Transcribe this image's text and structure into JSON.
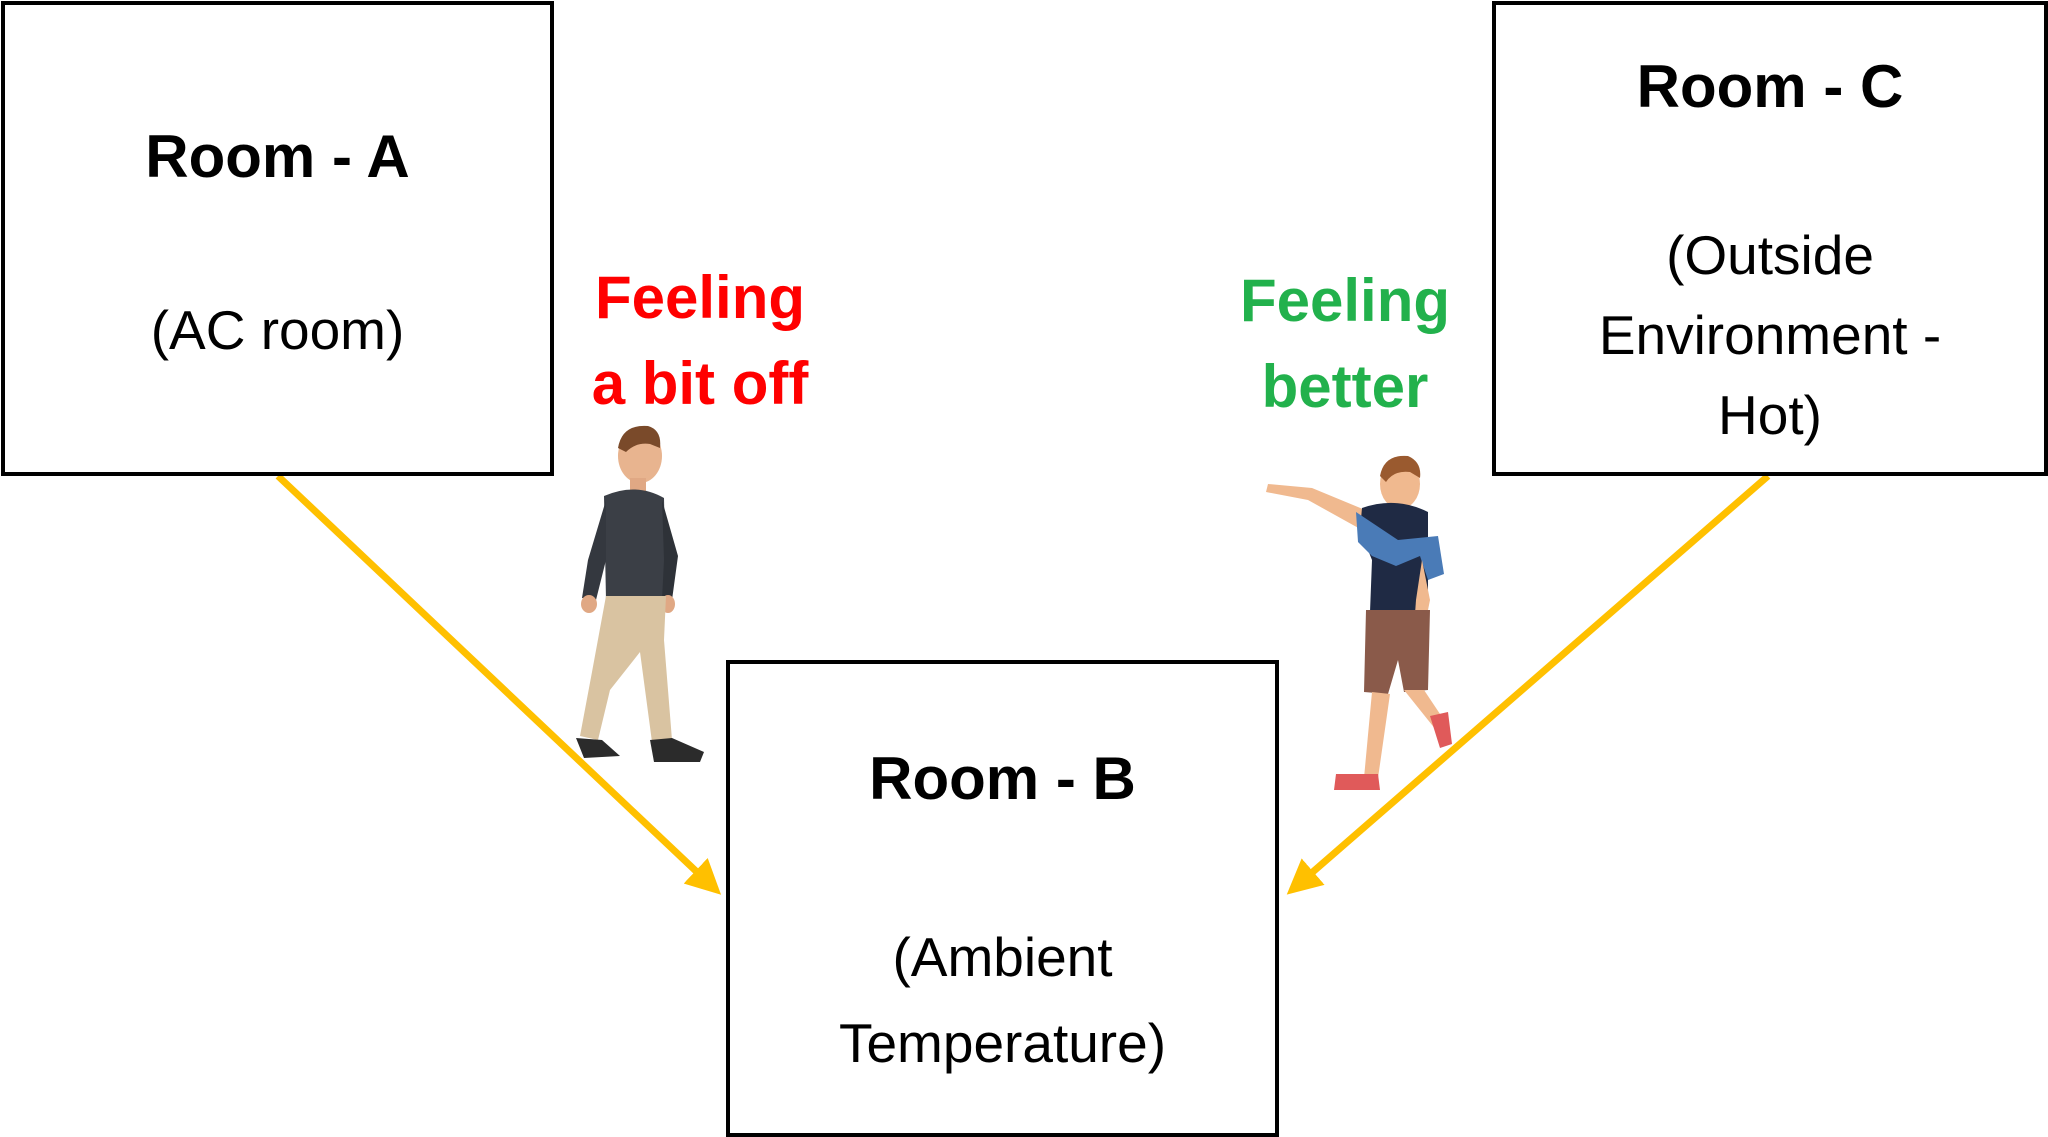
{
  "rooms": {
    "a": {
      "title": "Room - A",
      "subtitle": "(AC room)"
    },
    "b": {
      "title": "Room - B",
      "subtitle": "(Ambient Temperature)"
    },
    "c": {
      "title": "Room - C",
      "subtitle": "(Outside Environment - Hot)"
    }
  },
  "feelings": {
    "left": {
      "text": "Feeling a bit off",
      "color": "#ff0000"
    },
    "right": {
      "text": "Feeling better",
      "color": "#22b14c"
    }
  },
  "arrows": {
    "color": "#ffc000"
  },
  "figures": {
    "left": "walking-person-icon",
    "right": "pointing-person-icon"
  }
}
